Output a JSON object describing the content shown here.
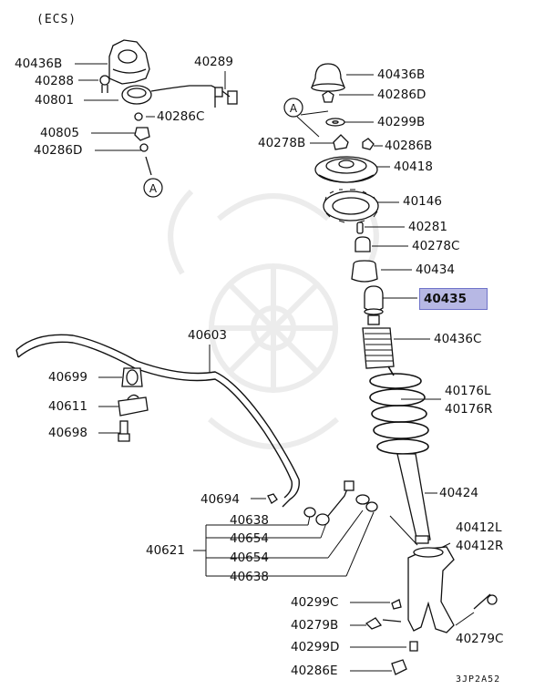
{
  "diagram": {
    "group_label": "(ECS)",
    "ref_marker": "A",
    "drawing_code": "3JP2A52",
    "highlighted_part": "40435",
    "highlight_color": "#b7b8e4",
    "labels": {
      "p40436B_ecs": "40436B",
      "p40288": "40288",
      "p40801": "40801",
      "p40289": "40289",
      "p40286C": "40286C",
      "p40805": "40805",
      "p40286D_ecs": "40286D",
      "p40436B": "40436B",
      "p40286D": "40286D",
      "p40299B": "40299B",
      "p40278B": "40278B",
      "p40286B": "40286B",
      "p40418": "40418",
      "p40146": "40146",
      "p40281": "40281",
      "p40278C": "40278C",
      "p40434": "40434",
      "p40435": "40435",
      "p40436C": "40436C",
      "p40176L": "40176L",
      "p40176R": "40176R",
      "p40603": "40603",
      "p40699": "40699",
      "p40611": "40611",
      "p40698": "40698",
      "p40424": "40424",
      "p40694": "40694",
      "p40638a": "40638",
      "p40654a": "40654",
      "p40621": "40621",
      "p40654b": "40654",
      "p40638b": "40638",
      "p40412L": "40412L",
      "p40412R": "40412R",
      "p40299C": "40299C",
      "p40279B": "40279B",
      "p40279C": "40279C",
      "p40299D": "40299D",
      "p40286E": "40286E"
    }
  }
}
